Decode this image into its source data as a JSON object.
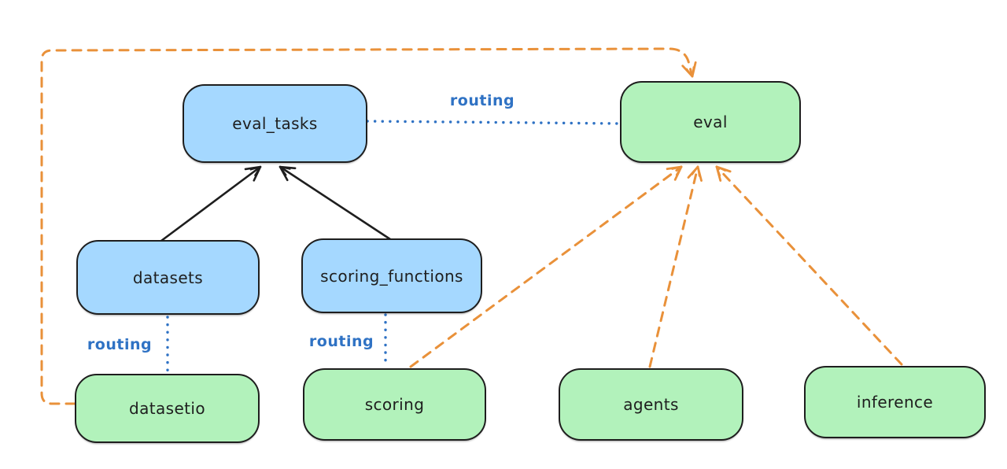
{
  "diagram": {
    "colors": {
      "resource_fill": "#a5d8ff",
      "provider_fill": "#b2f2bb",
      "node_stroke": "#1e1e1e",
      "node_text": "#1e1e1e",
      "routing_blue": "#2f72c4",
      "orange_dashed": "#e9913a",
      "black_edge": "#1e1e1e",
      "background": "#ffffff"
    },
    "nodes": [
      {
        "id": "eval_tasks",
        "label": "eval_tasks",
        "type": "blue"
      },
      {
        "id": "eval",
        "label": "eval",
        "type": "green"
      },
      {
        "id": "datasets",
        "label": "datasets",
        "type": "blue"
      },
      {
        "id": "scoring_functions",
        "label": "scoring_functions",
        "type": "blue"
      },
      {
        "id": "datasetio",
        "label": "datasetio",
        "type": "green"
      },
      {
        "id": "scoring",
        "label": "scoring",
        "type": "green"
      },
      {
        "id": "agents",
        "label": "agents",
        "type": "green"
      },
      {
        "id": "inference",
        "label": "inference",
        "type": "green"
      }
    ],
    "edges": [
      {
        "from": "datasets",
        "to": "eval_tasks",
        "style": "solid_black_arrow",
        "label": ""
      },
      {
        "from": "scoring_functions",
        "to": "eval_tasks",
        "style": "solid_black_arrow",
        "label": ""
      },
      {
        "from": "eval_tasks",
        "to": "eval",
        "style": "dotted_blue",
        "label": "routing"
      },
      {
        "from": "datasets",
        "to": "datasetio",
        "style": "dotted_blue",
        "label": "routing"
      },
      {
        "from": "scoring_functions",
        "to": "scoring",
        "style": "dotted_blue",
        "label": "routing"
      },
      {
        "from": "datasetio",
        "to": "eval",
        "style": "dashed_orange_arrow",
        "label": ""
      },
      {
        "from": "scoring",
        "to": "eval",
        "style": "dashed_orange_arrow",
        "label": ""
      },
      {
        "from": "agents",
        "to": "eval",
        "style": "dashed_orange_arrow",
        "label": ""
      },
      {
        "from": "inference",
        "to": "eval",
        "style": "dashed_orange_arrow",
        "label": ""
      }
    ]
  }
}
